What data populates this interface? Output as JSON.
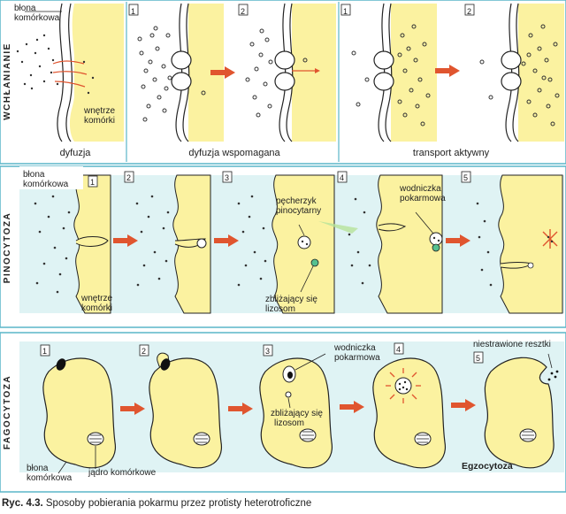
{
  "rows": {
    "wchlanianie": {
      "side_label": "WCHŁANIANIE",
      "labels": {
        "membrane": [
          "błona",
          "komórkowa"
        ],
        "interior": [
          "wnętrze",
          "komórki"
        ],
        "diffusion": "dyfuzja",
        "facilitated": "dyfuzja wspomagana",
        "active": "transport aktywny"
      },
      "step_numbers": [
        "1",
        "2",
        "1",
        "2"
      ]
    },
    "pinocytoza": {
      "side_label": "PINOCYTOZA",
      "labels": {
        "membrane": [
          "błona",
          "komórkowa"
        ],
        "interior": [
          "wnętrze",
          "komórki"
        ],
        "pinocytic_vesicle": [
          "pęcherzyk",
          "pinocytarny"
        ],
        "lysosome": [
          "zbliżający się",
          "lizosom"
        ],
        "food_vacuole": [
          "wodniczka",
          "pokarmowa"
        ]
      },
      "step_numbers": [
        "1",
        "2",
        "3",
        "4",
        "5"
      ]
    },
    "fagocytoza": {
      "side_label": "FAGOCYTOZA",
      "labels": {
        "membrane": [
          "błona",
          "komórkowa"
        ],
        "nucleus": [
          "jądro komórkowe"
        ],
        "food_vacuole": [
          "wodniczka",
          "pokarmowa"
        ],
        "lysosome": [
          "zbliżający się",
          "lizosom"
        ],
        "residues": "niestrawione resztki",
        "exocytosis": "Egzocytoza"
      },
      "step_numbers": [
        "1",
        "2",
        "3",
        "4",
        "5"
      ]
    }
  },
  "caption": {
    "prefix": "Ryc. 4.3.",
    "text": "Sposoby pobierania pokarmu przez protisty heterotroficzne"
  },
  "colors": {
    "cell_yellow": "#fbf2a0",
    "outside_blue": "#dff3f4",
    "arrow_red": "#e0552f",
    "lysosome_green": "#56c08f"
  }
}
